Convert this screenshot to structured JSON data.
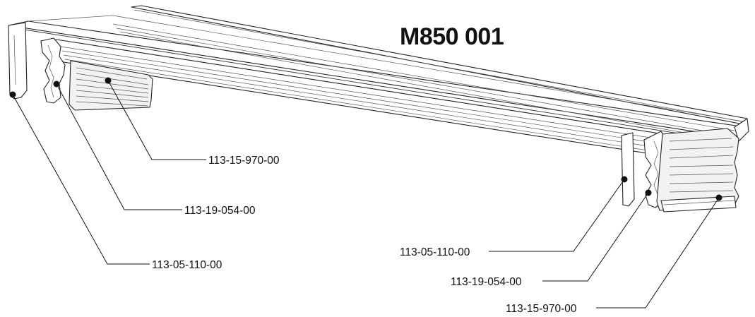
{
  "drawing": {
    "title": "M850 001"
  },
  "callouts": [
    {
      "id": "left-top",
      "part_number": "113-15-970-00"
    },
    {
      "id": "left-mid",
      "part_number": "113-19-054-00"
    },
    {
      "id": "left-bottom",
      "part_number": "113-05-110-00"
    },
    {
      "id": "right-top",
      "part_number": "113-05-110-00"
    },
    {
      "id": "right-mid",
      "part_number": "113-19-054-00"
    },
    {
      "id": "right-bottom",
      "part_number": "113-15-970-00"
    }
  ]
}
